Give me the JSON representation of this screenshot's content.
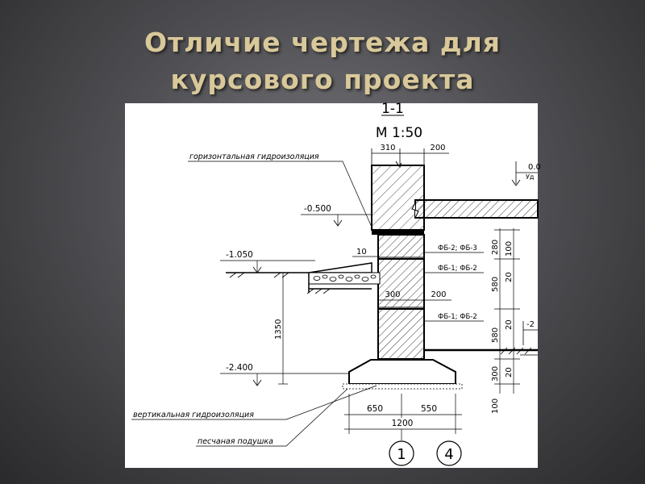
{
  "slide": {
    "title_line1": "Отличие чертежа для",
    "title_line2": "курсового проекта",
    "title_color": "#d9c89a"
  },
  "drawing": {
    "section_title": "1-1",
    "scale": "М 1:50",
    "labels": {
      "horizontal_waterproofing": "горизонтальная гидроизоляция",
      "vertical_waterproofing": "вертикальная гидроизоляция",
      "sand_cushion": "песчаная подушка"
    },
    "levels": {
      "l_0500": "-0.500",
      "l_1050": "-1.050",
      "l_2400": "-2.400",
      "l_0_partial": "0.0",
      "l_2_partial": "-2"
    },
    "blocks": {
      "b1": "ФБ-2; ФБ-3",
      "b2": "ФБ-1; ФБ-2",
      "b3": "ФБ-1; ФБ-2"
    },
    "dims": {
      "top_310": "310",
      "top_200": "200",
      "mid_300": "300",
      "mid_200": "200",
      "joint_10": "10",
      "depth_1350": "1350",
      "base_650": "650",
      "base_550": "550",
      "base_1200": "1200",
      "v_280": "280",
      "v_100a": "100",
      "v_20a": "20",
      "v_580a": "580",
      "v_20b": "20",
      "v_580b": "580",
      "v_300": "300",
      "v_20c": "20",
      "v_100b": "100",
      "ud_partial": "Уд"
    },
    "axes": {
      "axis_1": "1",
      "axis_4": "4"
    }
  }
}
